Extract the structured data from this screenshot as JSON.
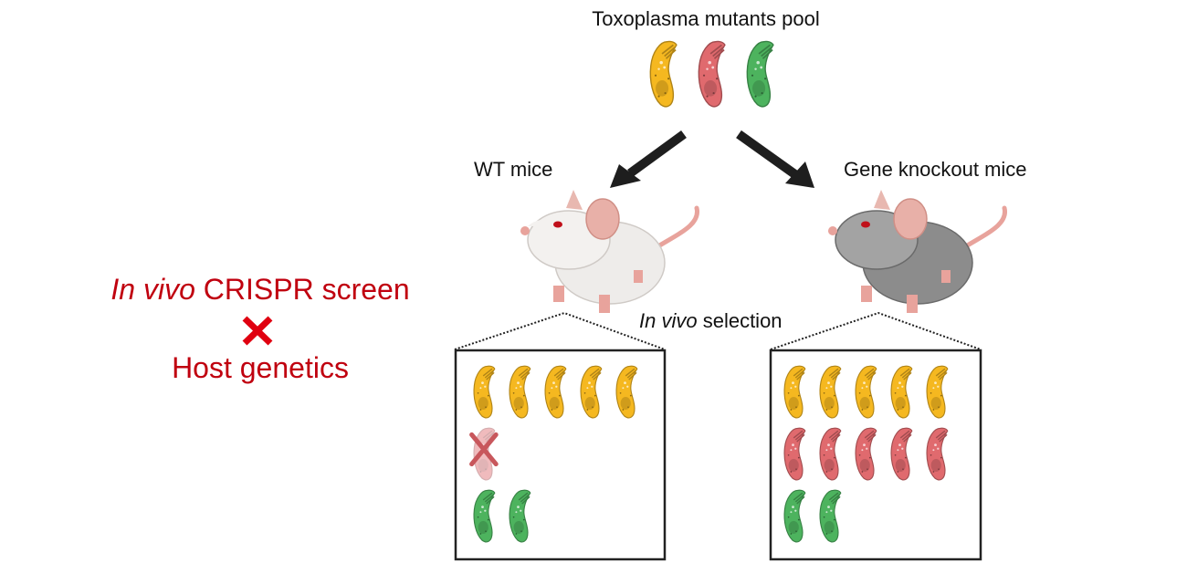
{
  "title": "Toxoplasma mutants pool",
  "left_panel": {
    "line1_italic": "In vivo",
    "line1_rest": " CRISPR screen",
    "cross_icon": "red-x-multiply",
    "line2": "Host genetics"
  },
  "wt_label": "WT mice",
  "ko_label": "Gene knockout mice",
  "selection_label_italic": "In vivo",
  "selection_label_rest": " selection",
  "colors": {
    "yellow": "#f5b820",
    "red": "#e06a6e",
    "green": "#4db35e",
    "accent_red_text": "#c0000f",
    "wt_mouse": "#eeecea",
    "ko_mouse": "#9a9a9a"
  },
  "pool": [
    "yellow",
    "red",
    "green"
  ],
  "wt_box": {
    "rows": [
      {
        "color": "yellow",
        "count": 5,
        "depleted": false
      },
      {
        "color": "red",
        "count": 1,
        "depleted": true
      },
      {
        "color": "green",
        "count": 2,
        "depleted": false
      }
    ]
  },
  "ko_box": {
    "rows": [
      {
        "color": "yellow",
        "count": 5,
        "depleted": false
      },
      {
        "color": "red",
        "count": 5,
        "depleted": false
      },
      {
        "color": "green",
        "count": 2,
        "depleted": false
      }
    ]
  }
}
